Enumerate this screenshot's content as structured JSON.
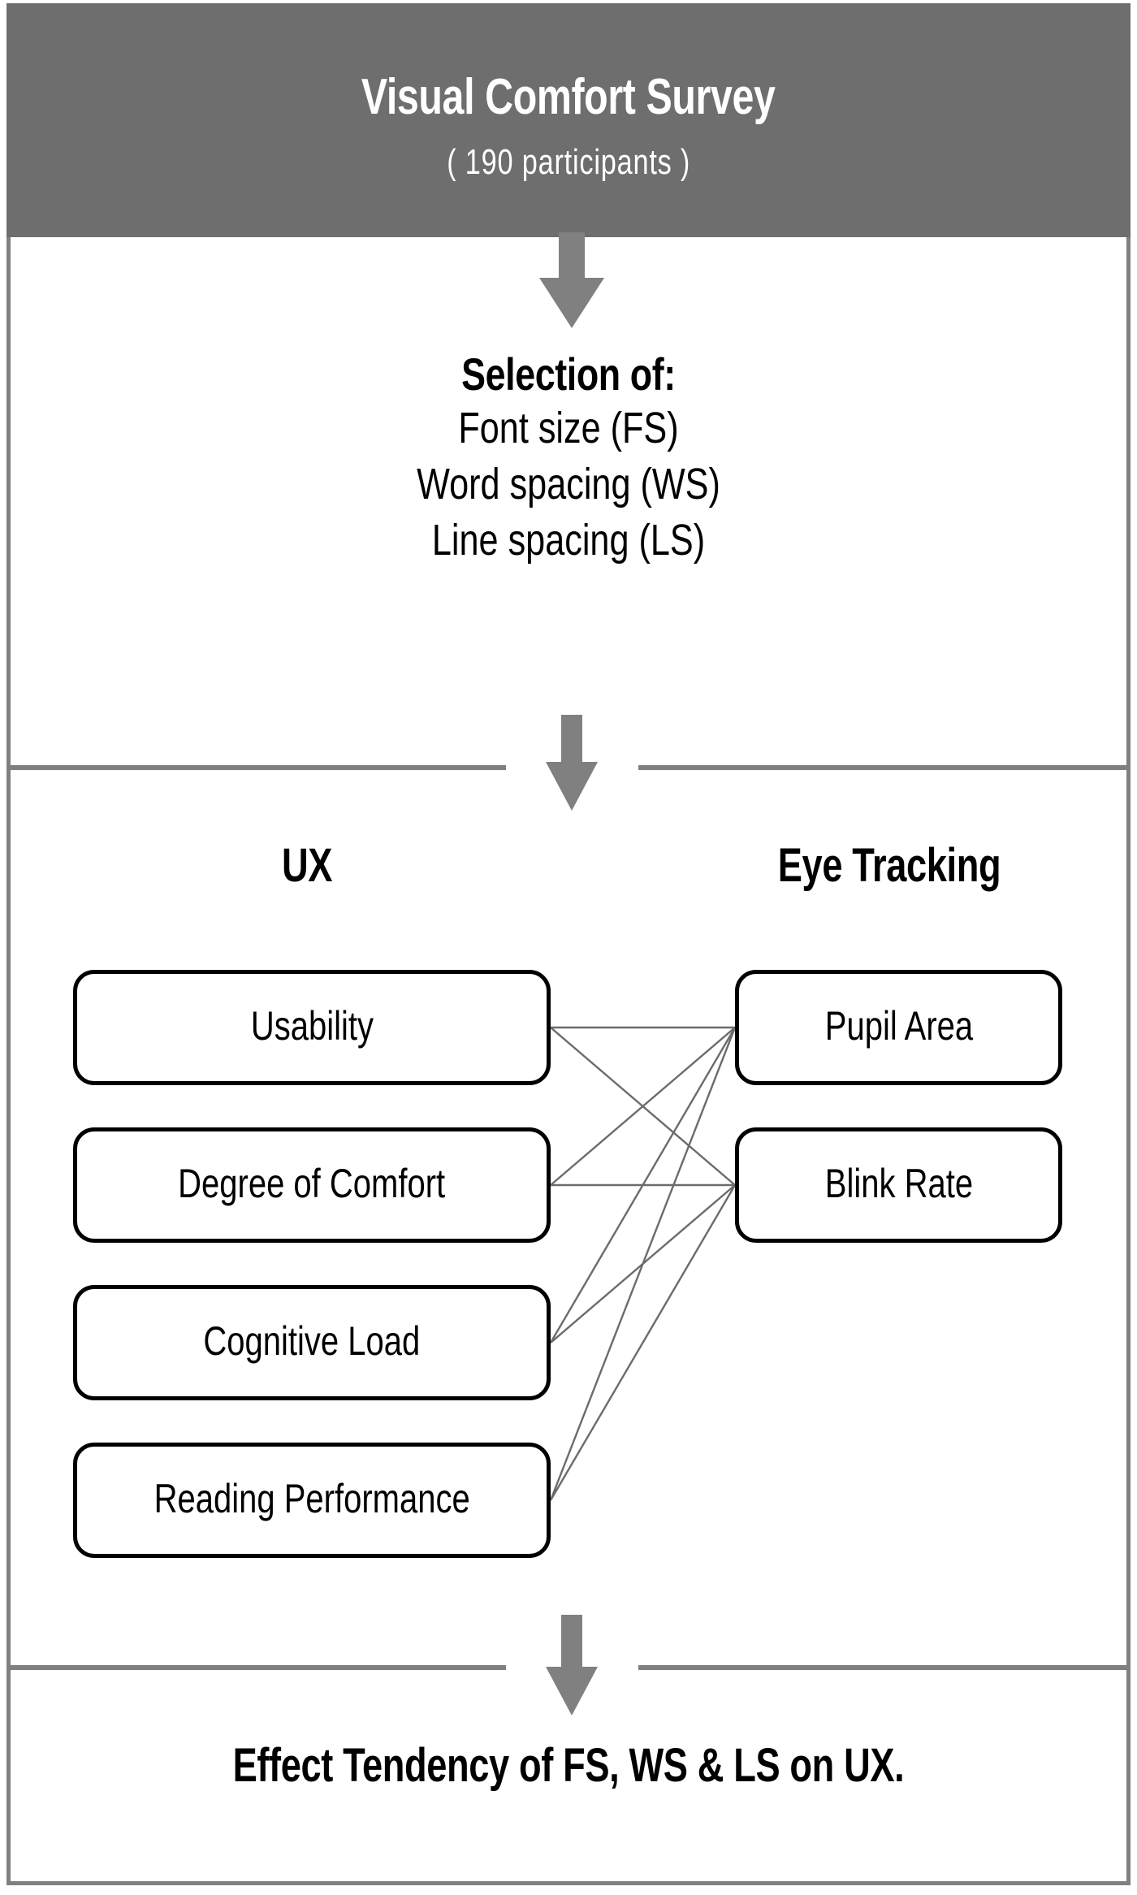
{
  "header": {
    "title": "Visual Comfort Survey",
    "participants": "( 190 participants )"
  },
  "selection": {
    "heading": "Selection of:",
    "items": [
      "Font size (FS)",
      "Word spacing (WS)",
      "Line spacing (LS)"
    ]
  },
  "columns": {
    "left_heading": "UX",
    "right_heading": "Eye Tracking"
  },
  "ux_measures": [
    "Usability",
    "Degree of Comfort",
    "Cognitive Load",
    "Reading Performance"
  ],
  "eye_tracking_measures": [
    "Pupil Area",
    "Blink Rate"
  ],
  "conclusion": {
    "text": "Effect Tendency of FS, WS & LS on UX."
  },
  "colors": {
    "header_band": "#6e6e6e",
    "arrow": "#808080",
    "divider": "#808080",
    "connector": "#6b6b6b",
    "box_border": "#000000",
    "background": "#ffffff",
    "header_text": "#ffffff",
    "body_text": "#000000"
  },
  "connections": [
    {
      "from": "Usability",
      "to": "Pupil Area"
    },
    {
      "from": "Usability",
      "to": "Blink Rate"
    },
    {
      "from": "Degree of Comfort",
      "to": "Pupil Area"
    },
    {
      "from": "Degree of Comfort",
      "to": "Blink Rate"
    },
    {
      "from": "Cognitive Load",
      "to": "Pupil Area"
    },
    {
      "from": "Cognitive Load",
      "to": "Blink Rate"
    },
    {
      "from": "Reading Performance",
      "to": "Pupil Area"
    },
    {
      "from": "Reading Performance",
      "to": "Blink Rate"
    }
  ]
}
